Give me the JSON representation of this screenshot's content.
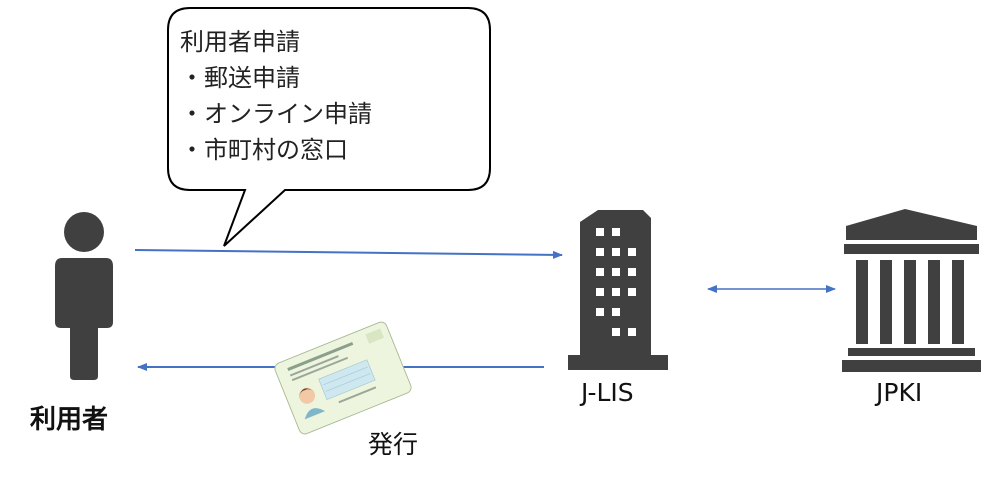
{
  "bubble": {
    "title": "利用者申請",
    "items": [
      "・郵送申請",
      "・オンライン申請",
      "・市町村の窓口"
    ]
  },
  "nodes": {
    "user": "利用者",
    "jlis": "J-LIS",
    "jpki": "JPKI"
  },
  "arrows": {
    "issue_label": "発行"
  },
  "colors": {
    "icon": "#404040",
    "arrow": "#4472c4",
    "bubble_border": "#000000"
  }
}
